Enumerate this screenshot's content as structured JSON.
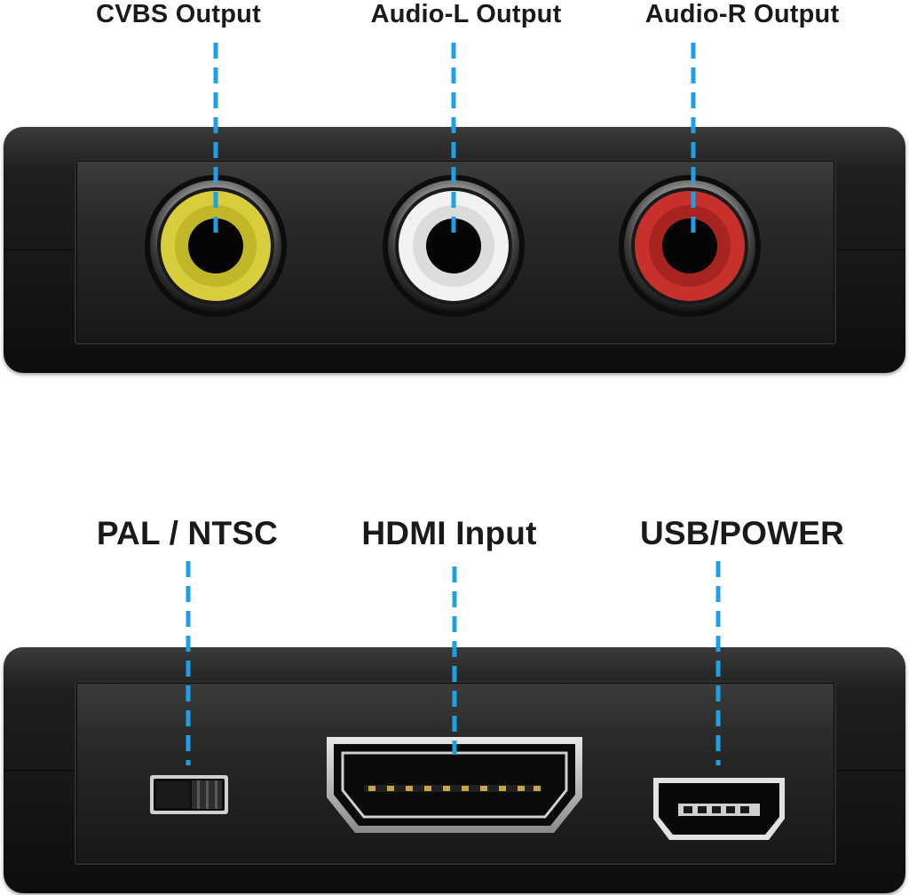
{
  "top_labels": {
    "cvbs": "CVBS Output",
    "audio_l": "Audio-L Output",
    "audio_r": "Audio-R Output"
  },
  "bottom_labels": {
    "pal_ntsc": "PAL / NTSC",
    "hdmi": "HDMI Input",
    "usb_power": "USB/POWER"
  },
  "colors": {
    "callout_line": "#1ea0e6",
    "cvbs_jack": "#d8cd3a",
    "audio_l_jack": "#f2f2f2",
    "audio_r_jack": "#c8302c",
    "device_body": "#161616"
  }
}
